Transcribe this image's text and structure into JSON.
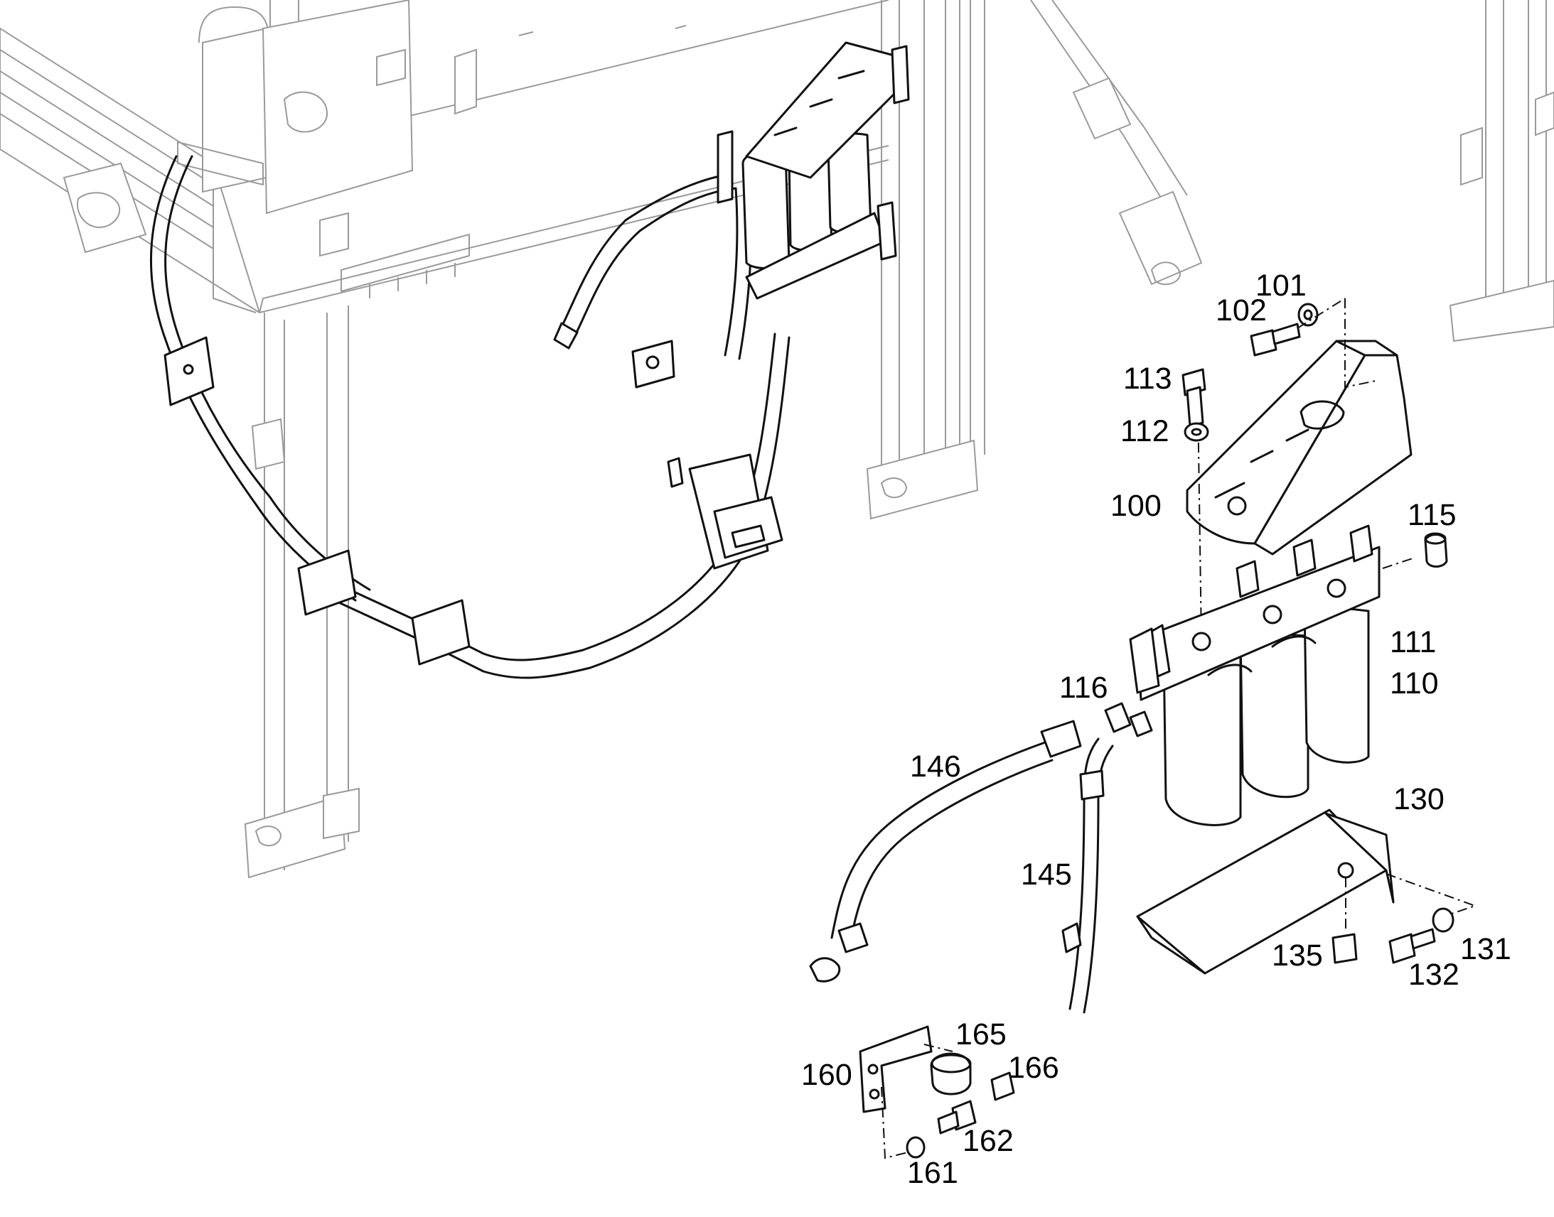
{
  "callouts": {
    "c100": "100",
    "c101": "101",
    "c102": "102",
    "c110": "110",
    "c111": "111",
    "c112": "112",
    "c113": "113",
    "c115": "115",
    "c116": "116",
    "c130": "130",
    "c131": "131",
    "c132": "132",
    "c135": "135",
    "c145": "145",
    "c146": "146",
    "c160": "160",
    "c161": "161",
    "c162": "162",
    "c165": "165",
    "c166": "166"
  },
  "colors": {
    "line": "#111111",
    "ghost": "#9a9a9a",
    "background": "#ffffff"
  }
}
